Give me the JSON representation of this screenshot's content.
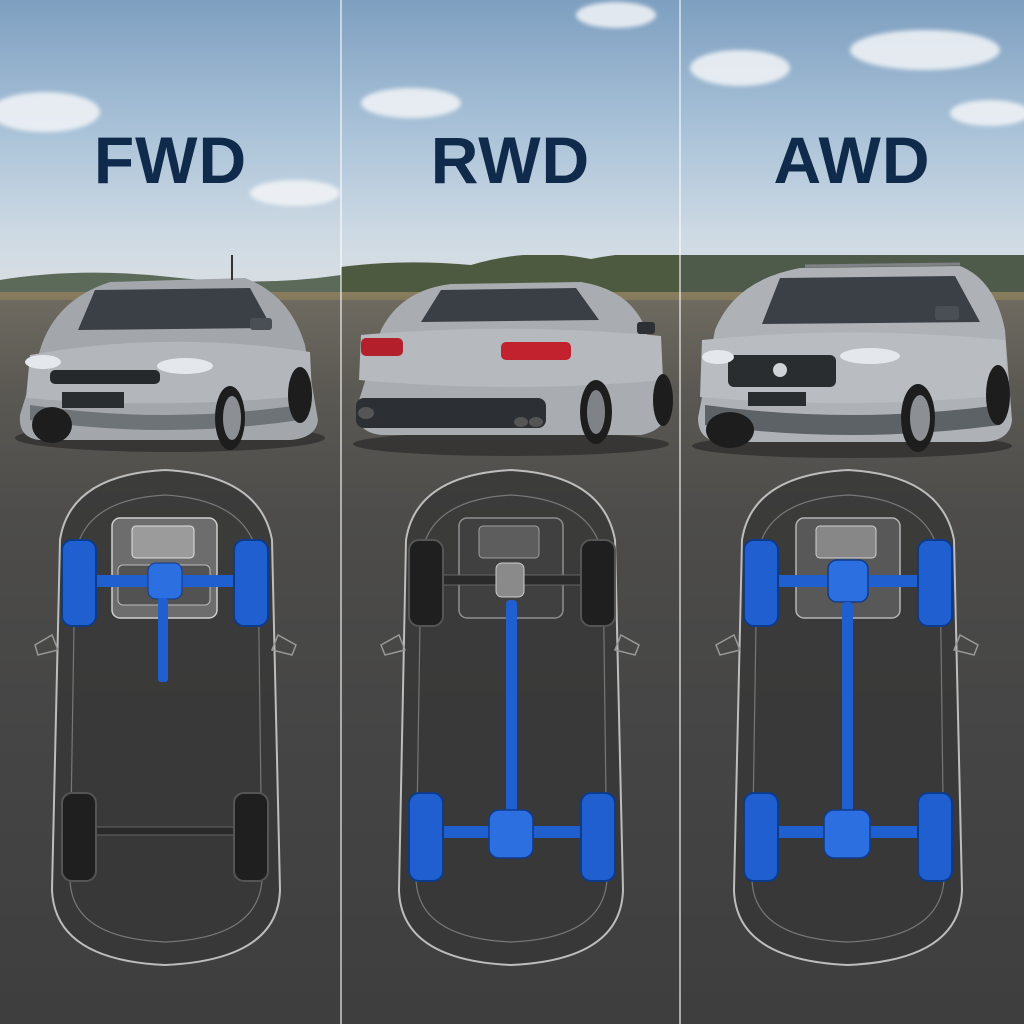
{
  "colors": {
    "label_navy": "#0f2a4a",
    "drive_blue": "#1f5fd0",
    "inactive_gray": "#2a2a2a",
    "car_silver": "#a9adb1"
  },
  "panels": [
    {
      "label": "FWD",
      "car": "hatchback-front-view",
      "driven_axles": [
        "front"
      ]
    },
    {
      "label": "RWD",
      "car": "sedan-rear-view",
      "driven_axles": [
        "rear"
      ]
    },
    {
      "label": "AWD",
      "car": "suv-front-view",
      "driven_axles": [
        "front",
        "rear"
      ]
    }
  ]
}
